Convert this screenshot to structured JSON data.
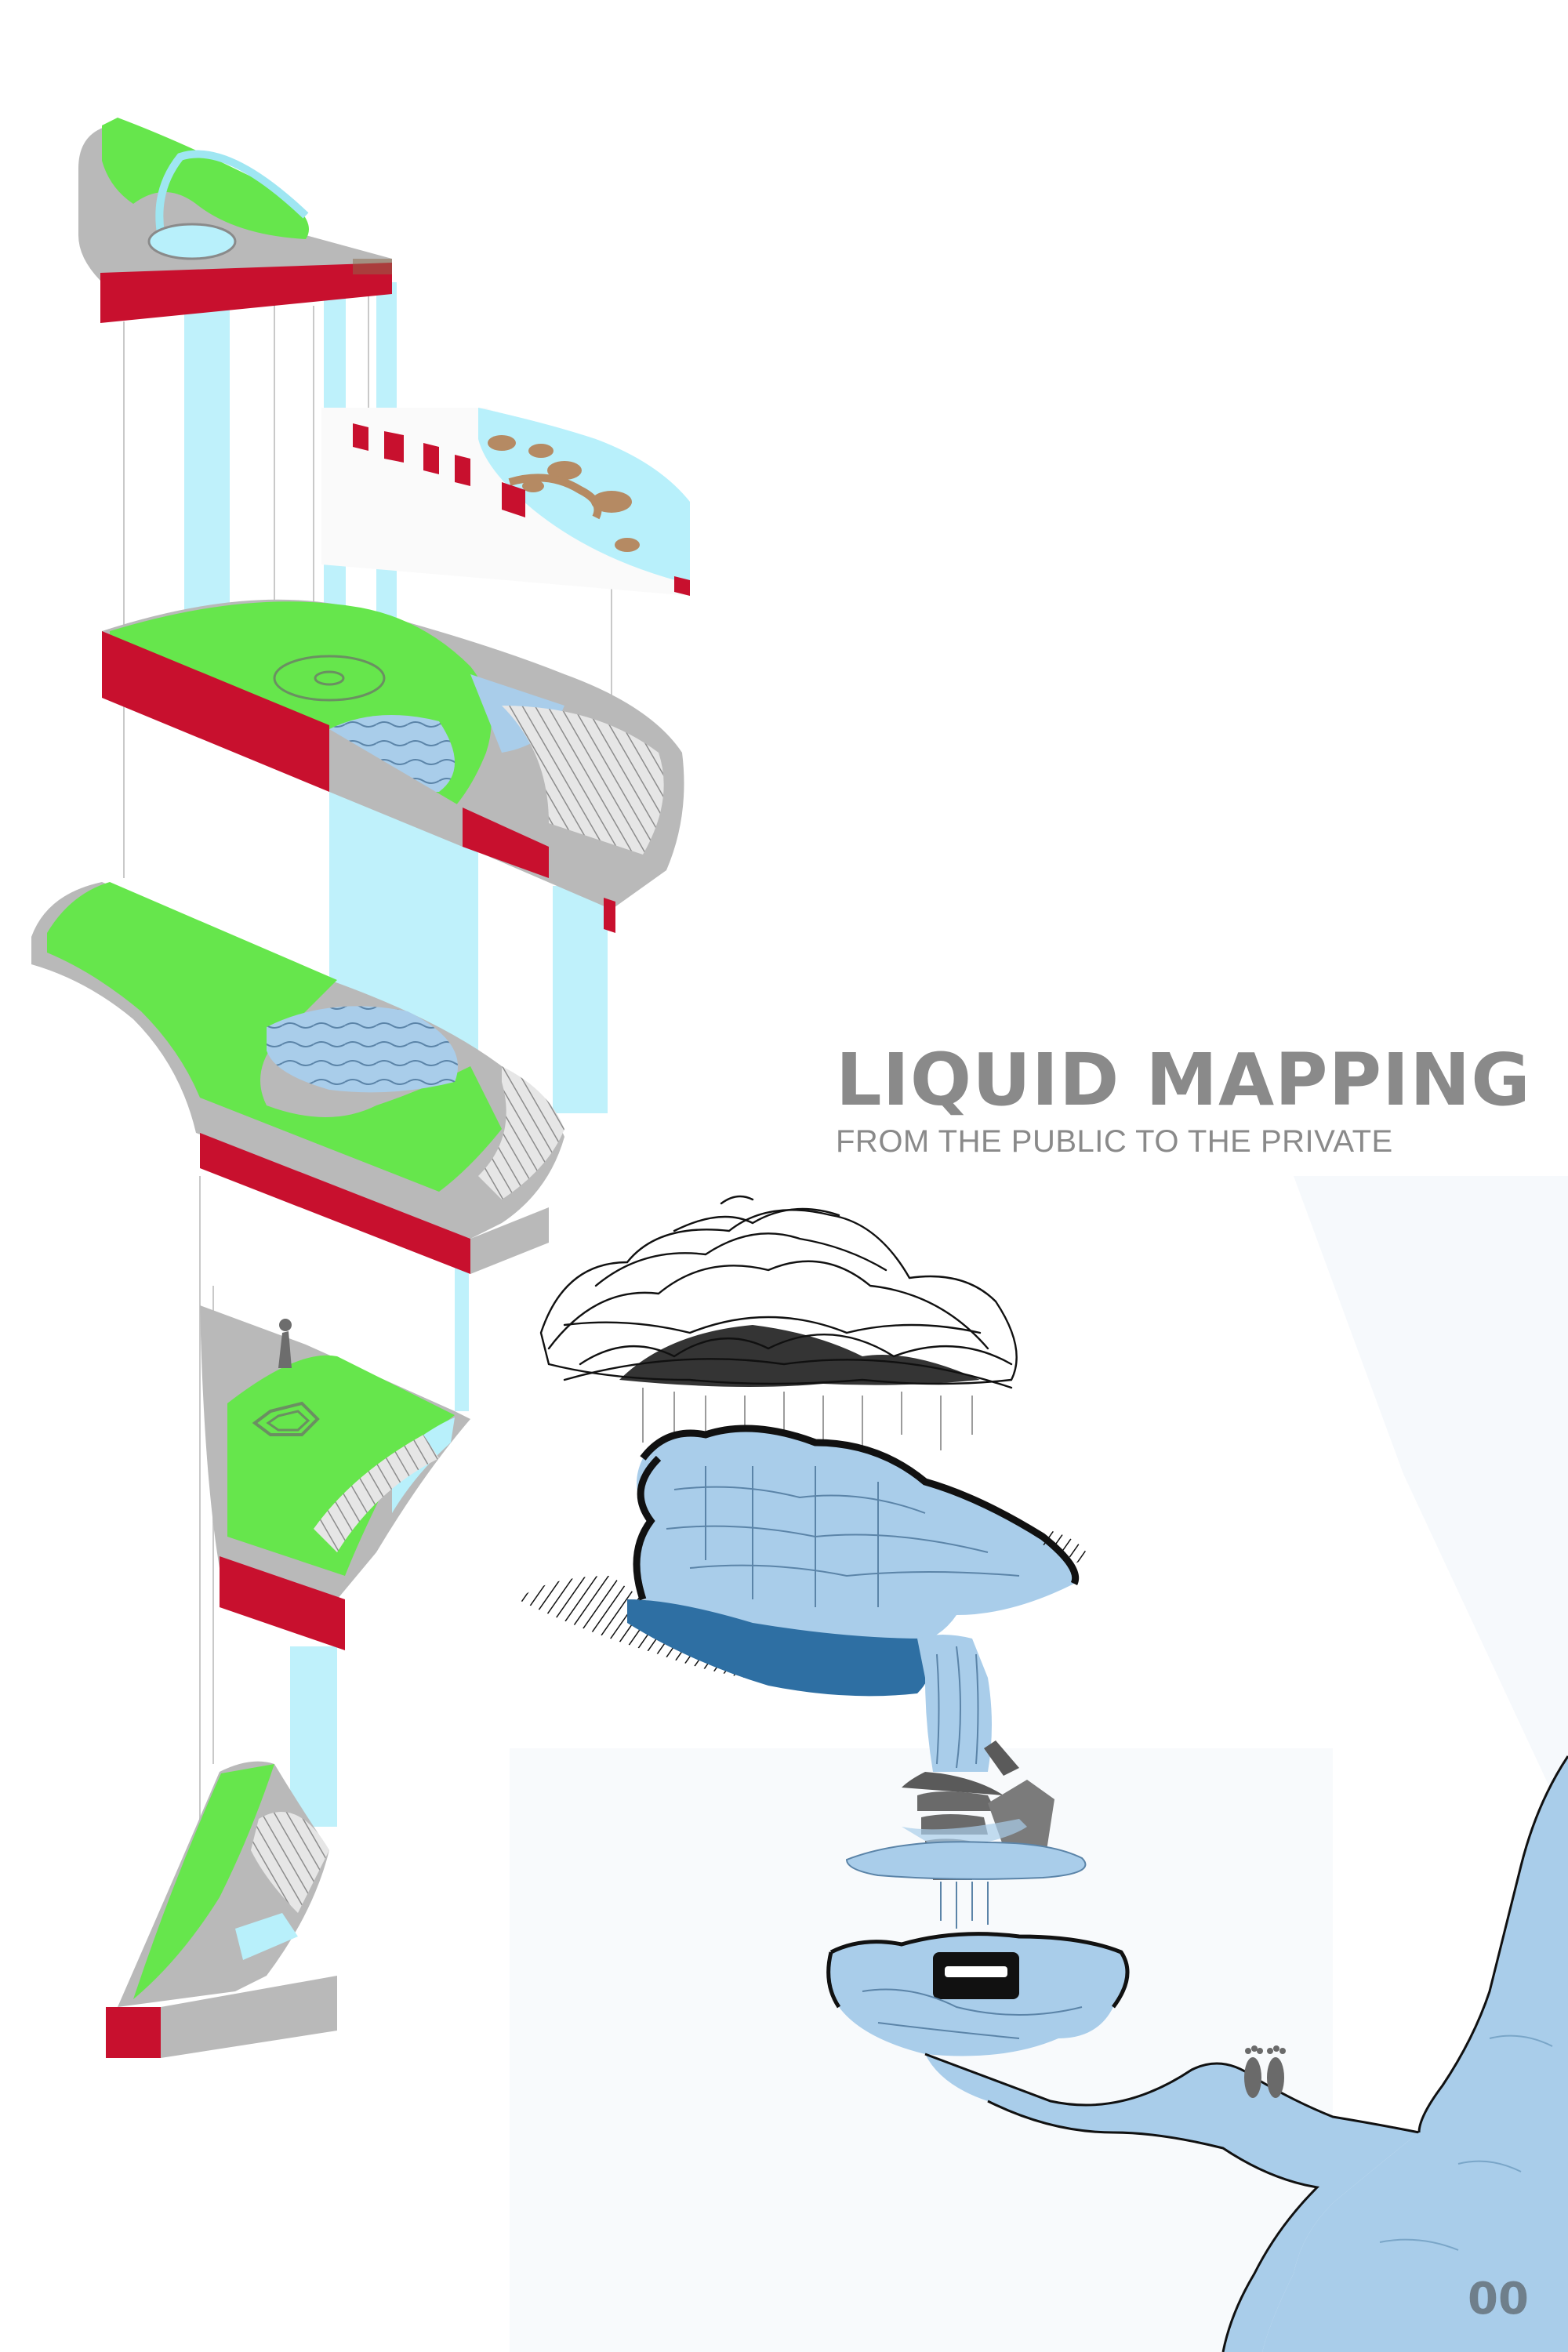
{
  "poster": {
    "title": "LIQUID MAPPING",
    "subtitle": "FROM THE PUBLIC TO THE PRIVATE",
    "page_number": "00"
  },
  "colors": {
    "background": "#ffffff",
    "soft_blue_panel": "#f6f9fc",
    "grass_green": "#66e64c",
    "section_red": "#c8102e",
    "slab_grey": "#b9b9b9",
    "water_light": "#b8f0fb",
    "water_sketch": "#a9cdea",
    "water_deep": "#2e6fa3",
    "ink": "#111111",
    "title_grey": "#8a8a8a",
    "page_number": "#6f7f8b"
  },
  "illustrations": {
    "axonometric": "exploded-axonometric-water-levels",
    "sketch": "ink-sketch-cloud-rain-hands-footprints"
  }
}
